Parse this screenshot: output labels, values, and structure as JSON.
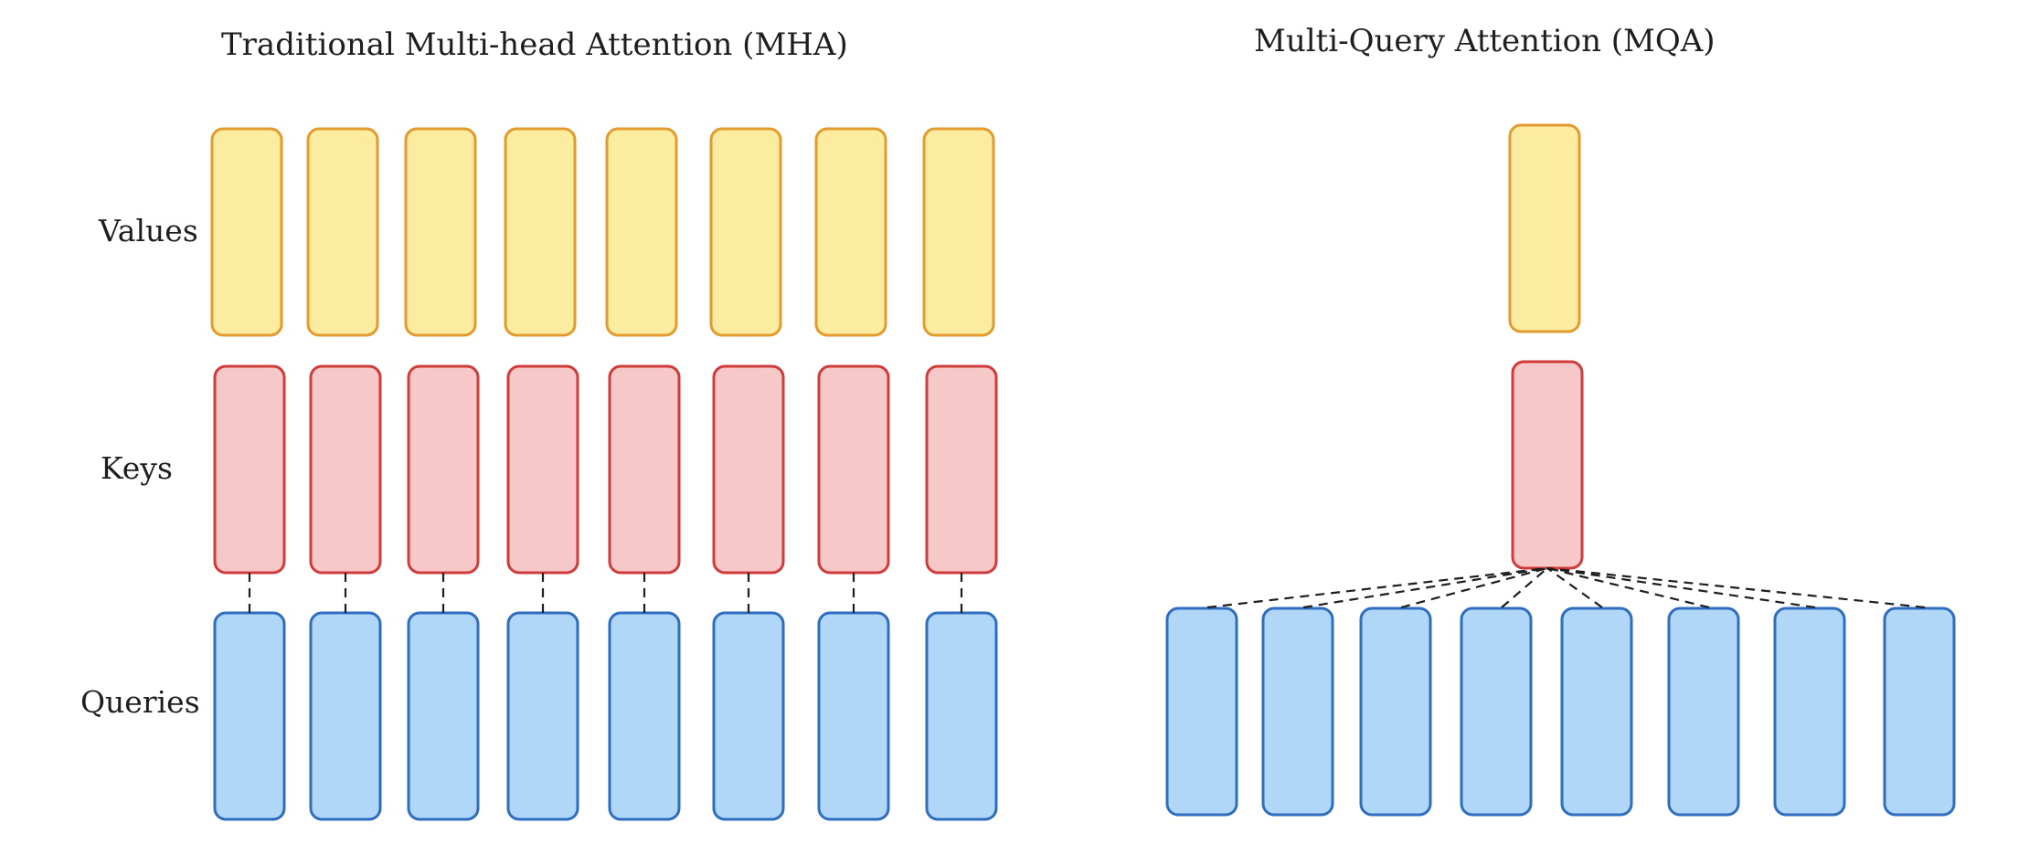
{
  "left_panel": {
    "title": "Traditional Multi-head Attention (MHA)",
    "row_labels": {
      "values": "Values",
      "keys": "Keys",
      "queries": "Queries"
    },
    "heads": 8
  },
  "right_panel": {
    "title": "Multi-Query Attention (MQA)",
    "query_heads": 8,
    "shared_keys": 1,
    "shared_values": 1
  },
  "colors": {
    "values_fill": "#fcec9f",
    "values_stroke": "#e39a2e",
    "keys_fill": "#f7c8c8",
    "keys_stroke": "#d03b3b",
    "queries_fill": "#b0d6f8",
    "queries_stroke": "#2f6dbf",
    "connector": "#1e1e1e"
  }
}
